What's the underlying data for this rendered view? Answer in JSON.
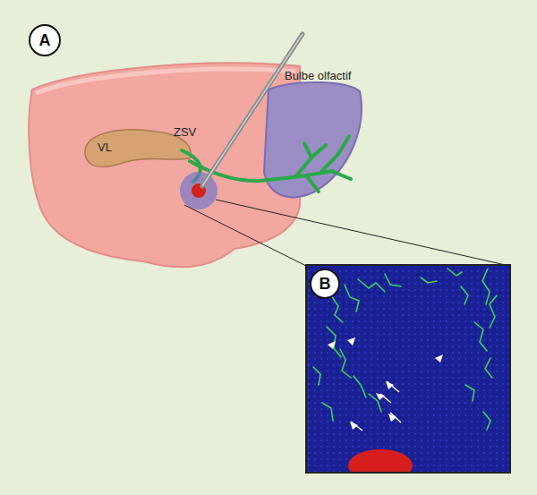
{
  "diagram": {
    "nodes": [
      {
        "text": [
          "A"
        ]
      },
      {
        "text": [
          "B"
        ]
      }
    ],
    "labels": [
      "VL",
      "ZSV",
      "Bulbe olfactif"
    ]
  }
}
